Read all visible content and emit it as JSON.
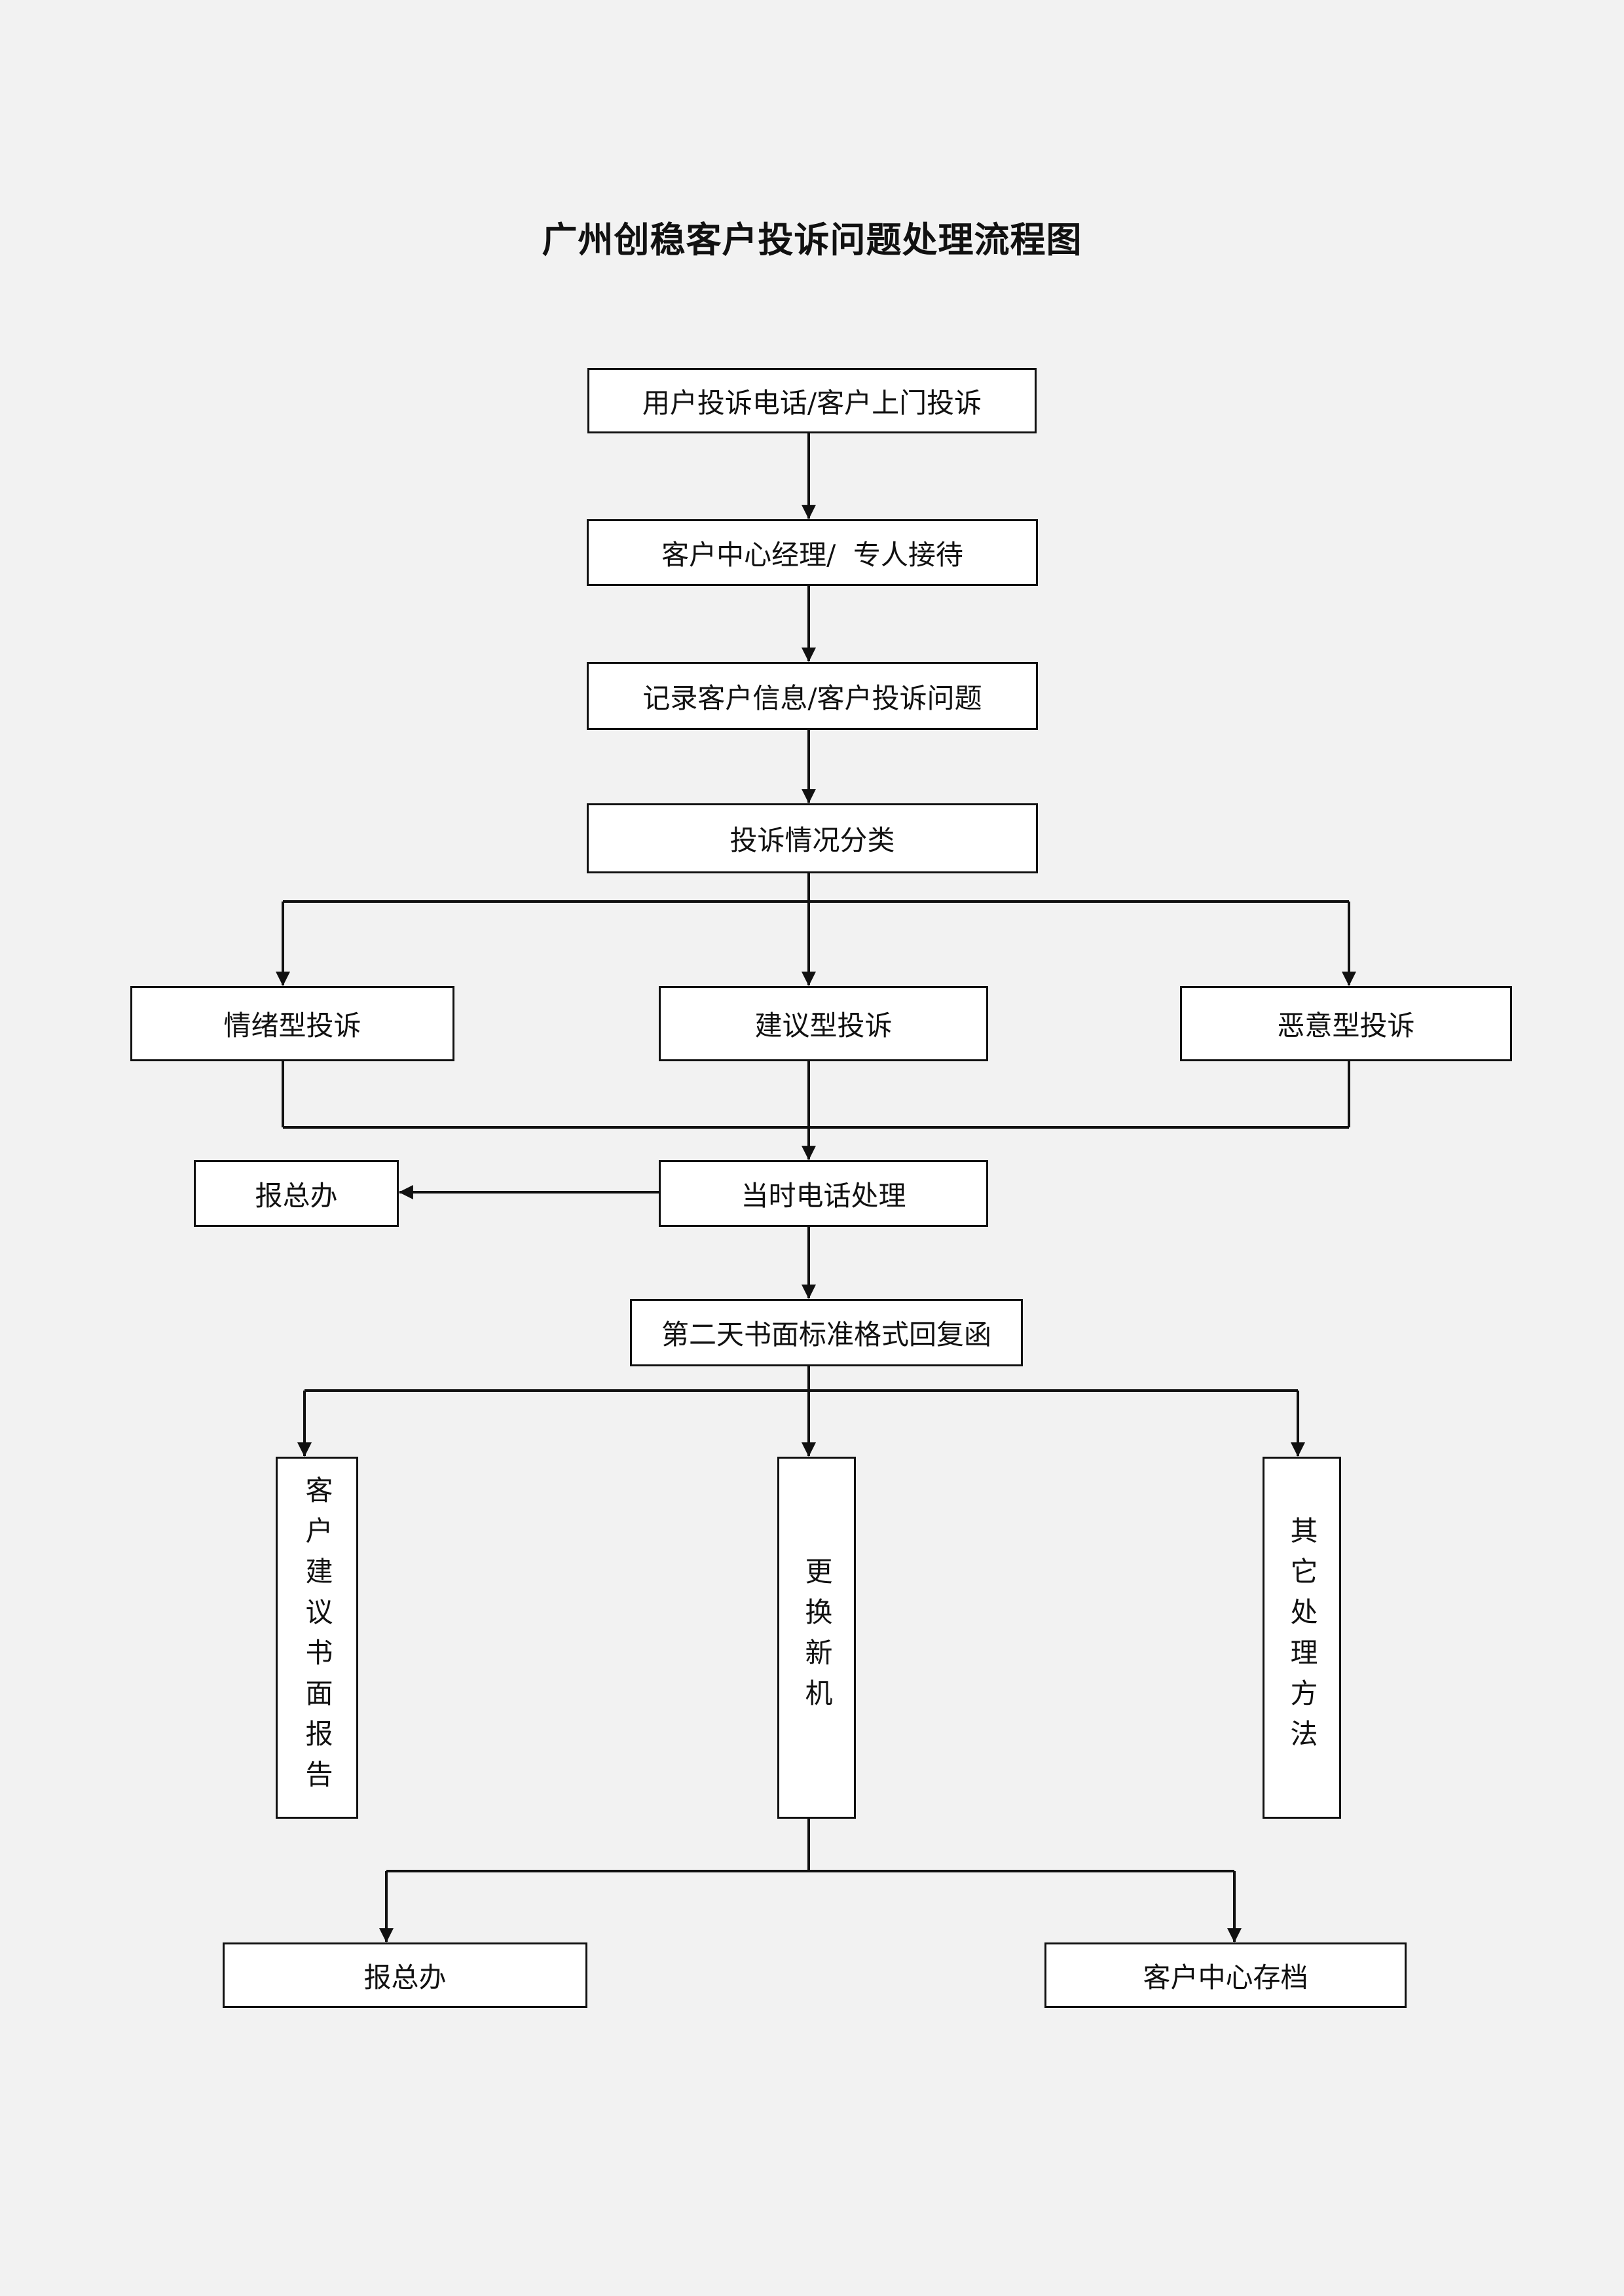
{
  "title": "广州创稳客户投诉问题处理流程图",
  "nodes": {
    "intake": "用户投诉电话/客户上门投诉",
    "reception": "客户中心经理/  专人接待",
    "record": "记录客户信息/客户投诉问题",
    "classify": "投诉情况分类",
    "emotional": "情绪型投诉",
    "suggestion": "建议型投诉",
    "malicious": "恶意型投诉",
    "report_office_1": "报总办",
    "phone_handle": "当时电话处理",
    "formal_reply": "第二天书面标准格式回复函",
    "written_report": "客户建议书面报告",
    "replace_device": "更换新机",
    "other_methods": "其它处理方法",
    "report_office_2": "报总办",
    "archive": "客户中心存档"
  }
}
